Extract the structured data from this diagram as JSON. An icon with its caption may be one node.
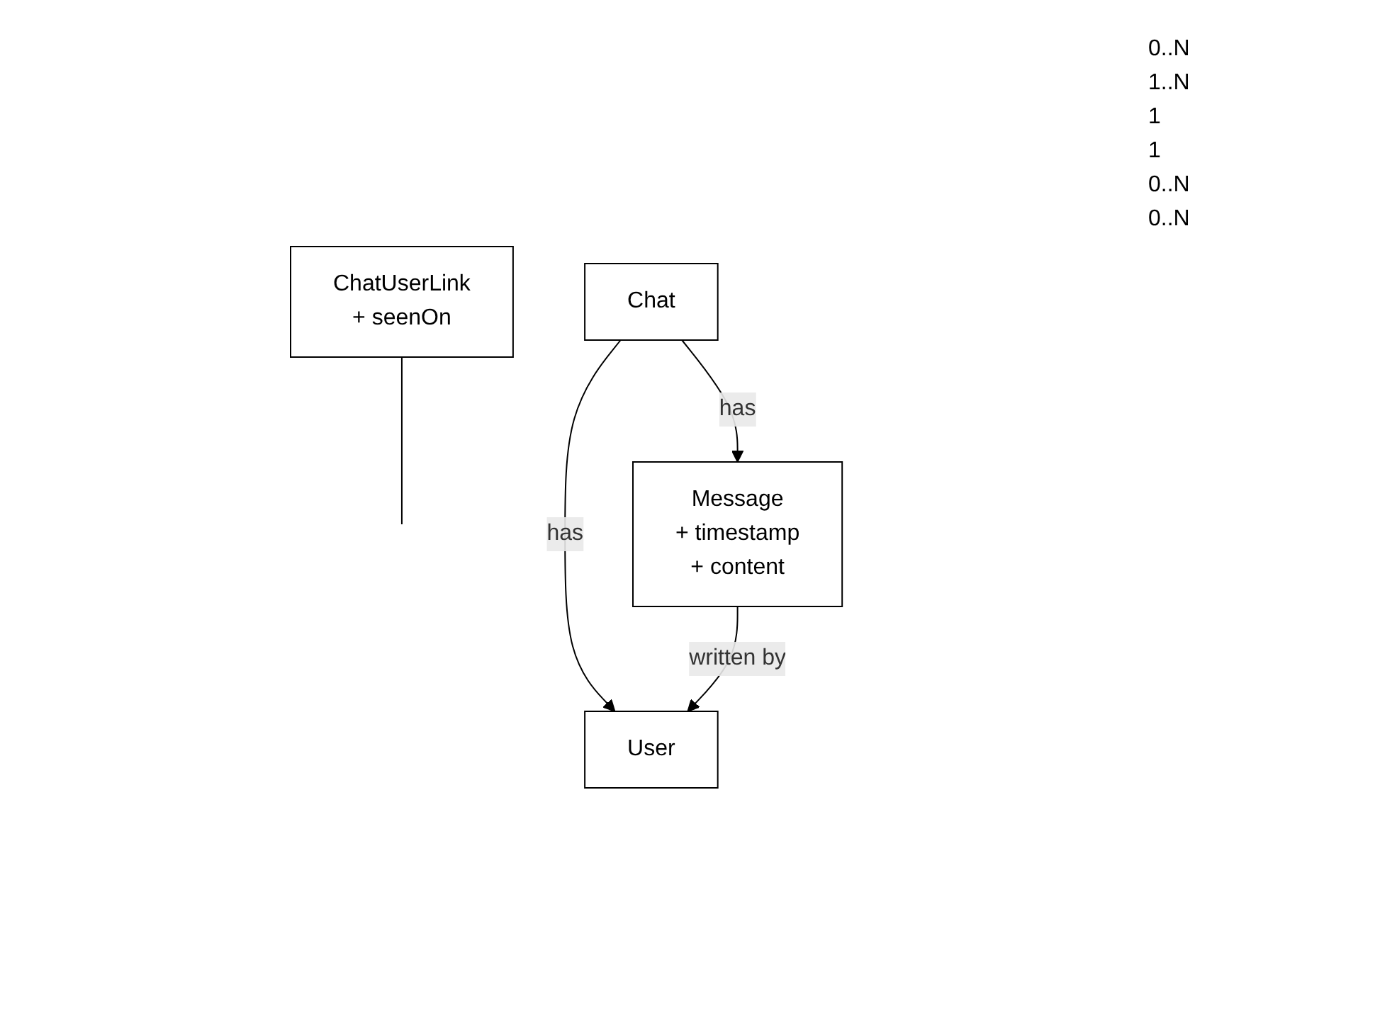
{
  "diagram": {
    "nodes": [
      {
        "text": [
          "ChatUserLink",
          "+ seenOn"
        ]
      },
      {
        "text": [
          "Chat"
        ]
      },
      {
        "text": [
          "User"
        ]
      },
      {
        "text": [
          "Message",
          "+ timestamp",
          "+ content"
        ]
      }
    ],
    "edges": [
      {
        "from": 1,
        "to": 2,
        "arrow": "to",
        "label": "has"
      },
      {
        "from": 0,
        "to": null,
        "arrow": "none"
      },
      {
        "from": 1,
        "to": 3,
        "arrow": "to",
        "label": "has"
      },
      {
        "from": 3,
        "to": 2,
        "arrow": "to",
        "label": "written by"
      }
    ],
    "labels": [
      "0..N",
      "1..N",
      "1",
      "1",
      "0..N",
      "0..N"
    ]
  }
}
